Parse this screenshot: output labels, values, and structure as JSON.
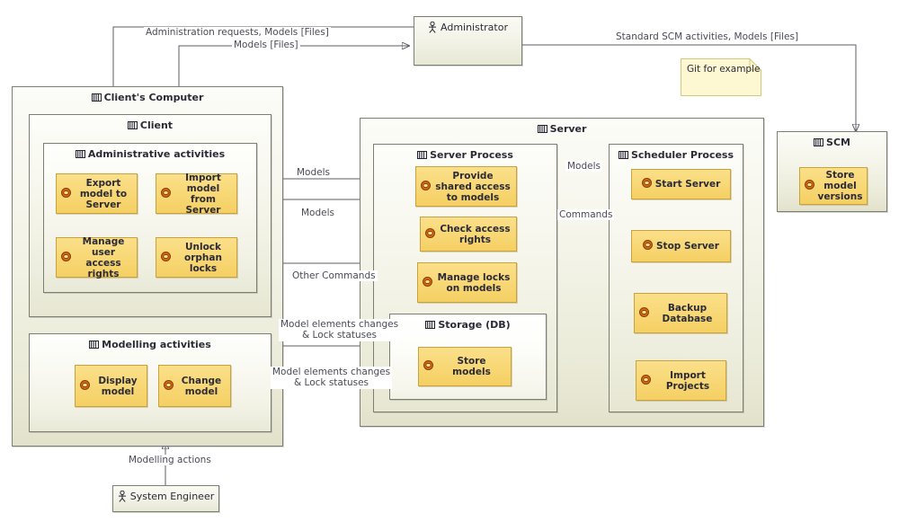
{
  "diagram": {
    "title": "Model Collaboration Deployment Diagram",
    "colors": {
      "activity_fill": "#f8d978",
      "activity_border": "#c8a23c",
      "node_border": "#7d7d72",
      "connector": "#5c5c66",
      "note_fill": "#fdf7d2",
      "note_border": "#d4c97a"
    }
  },
  "actors": [
    {
      "id": "administrator",
      "label": "Administrator",
      "icon": "actor-stick-figure-icon"
    },
    {
      "id": "system-engineer",
      "label": "System Engineer",
      "icon": "actor-stick-figure-icon"
    }
  ],
  "nodes": [
    {
      "id": "clients-computer",
      "label": "Client's Computer",
      "icon": "device-stereotype-icon"
    },
    {
      "id": "client",
      "label": "Client",
      "icon": "device-stereotype-icon"
    },
    {
      "id": "administrative-activities",
      "label": "Administrative activities",
      "icon": "device-stereotype-icon"
    },
    {
      "id": "modelling-activities",
      "label": "Modelling activities",
      "icon": "device-stereotype-icon"
    },
    {
      "id": "server",
      "label": "Server",
      "icon": "device-stereotype-icon"
    },
    {
      "id": "server-process",
      "label": "Server Process",
      "icon": "device-stereotype-icon"
    },
    {
      "id": "storage-db",
      "label": "Storage (DB)",
      "icon": "device-stereotype-icon"
    },
    {
      "id": "scheduler-process",
      "label": "Scheduler Process",
      "icon": "device-stereotype-icon"
    },
    {
      "id": "scm",
      "label": "SCM",
      "icon": "device-stereotype-icon"
    }
  ],
  "activities": [
    {
      "id": "export-model-to-server",
      "label": "Export model to Server",
      "icon": "use-case-icon"
    },
    {
      "id": "import-model-from-server",
      "label": "Import model from Server",
      "icon": "use-case-icon"
    },
    {
      "id": "manage-user-access-rights",
      "label": "Manage user access rights",
      "icon": "use-case-icon"
    },
    {
      "id": "unlock-orphan-locks",
      "label": "Unlock orphan locks",
      "icon": "use-case-icon"
    },
    {
      "id": "display-model",
      "label": "Display model",
      "icon": "use-case-icon"
    },
    {
      "id": "change-model",
      "label": "Change model",
      "icon": "use-case-icon"
    },
    {
      "id": "provide-shared-access",
      "label": "Provide shared access to models",
      "icon": "use-case-icon"
    },
    {
      "id": "check-access-rights",
      "label": "Check access rights",
      "icon": "use-case-icon"
    },
    {
      "id": "manage-locks-on-models",
      "label": "Manage locks on models",
      "icon": "use-case-icon"
    },
    {
      "id": "store-models",
      "label": "Store models",
      "icon": "use-case-icon"
    },
    {
      "id": "start-server",
      "label": "Start Server",
      "icon": "use-case-icon"
    },
    {
      "id": "stop-server",
      "label": "Stop Server",
      "icon": "use-case-icon"
    },
    {
      "id": "backup-database",
      "label": "Backup Database",
      "icon": "use-case-icon"
    },
    {
      "id": "import-projects",
      "label": "Import Projects",
      "icon": "use-case-icon"
    }
  ],
  "notes": [
    {
      "id": "git-note",
      "text": "Git for example"
    }
  ],
  "connector_labels": [
    {
      "id": "administration-requests",
      "text": "Administration requests, Models [Files]"
    },
    {
      "id": "models-files",
      "text": "Models [Files]"
    },
    {
      "id": "standard-scm-activities",
      "text": "Standard SCM activities, Models [Files]"
    },
    {
      "id": "models-in",
      "text": "Models"
    },
    {
      "id": "models-out",
      "text": "Models"
    },
    {
      "id": "other-commands",
      "text": "Other Commands"
    },
    {
      "id": "model-changes-in",
      "line1": "Model elements changes",
      "line2": "& Lock statuses"
    },
    {
      "id": "model-changes-out",
      "line1": "Model elements changes",
      "line2": "& Lock statuses"
    },
    {
      "id": "models-scheduler",
      "text": "Models"
    },
    {
      "id": "commands-scheduler",
      "text": "Commands"
    },
    {
      "id": "modelling-actions",
      "text": "Modelling actions"
    }
  ]
}
